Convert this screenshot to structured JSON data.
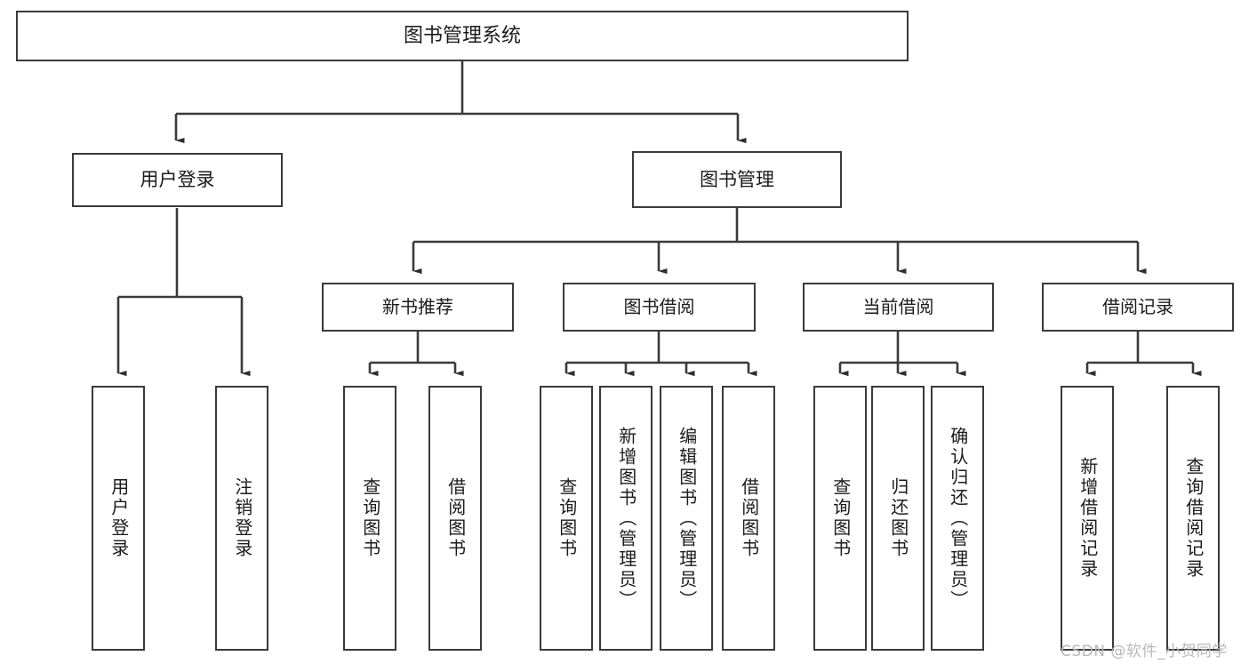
{
  "diagram": {
    "type": "tree-hierarchy-flowchart",
    "title": "图书管理系统",
    "root": {
      "label": "图书管理系统"
    },
    "level1": [
      {
        "label": "用户登录"
      },
      {
        "label": "图书管理"
      }
    ],
    "level2": [
      {
        "label": "新书推荐",
        "parent": "图书管理"
      },
      {
        "label": "图书借阅",
        "parent": "图书管理"
      },
      {
        "label": "当前借阅",
        "parent": "图书管理"
      },
      {
        "label": "借阅记录",
        "parent": "图书管理"
      }
    ],
    "leaves": {
      "user_login": [
        {
          "label": "用户登录"
        },
        {
          "label": "注销登录"
        }
      ],
      "new_book_recommend": [
        {
          "label": "查询图书"
        },
        {
          "label": "借阅图书"
        }
      ],
      "book_borrow": [
        {
          "label": "查询图书"
        },
        {
          "label": "新增图书（管理员）"
        },
        {
          "label": "编辑图书（管理员）"
        },
        {
          "label": "借阅图书"
        }
      ],
      "current_borrow": [
        {
          "label": "查询图书"
        },
        {
          "label": "归还图书"
        },
        {
          "label": "确认归还（管理员）"
        }
      ],
      "borrow_record": [
        {
          "label": "新增借阅记录"
        },
        {
          "label": "查询借阅记录"
        }
      ]
    }
  },
  "watermark": {
    "text": "CSDN @软件_小贺同学"
  },
  "colors": {
    "background": "#ffffff",
    "box_border": "#3a3a3a",
    "box_fill": "#ffffff",
    "text": "#1b1b1b",
    "connector": "#3a3a3a",
    "watermark": "#b8b8b8"
  }
}
